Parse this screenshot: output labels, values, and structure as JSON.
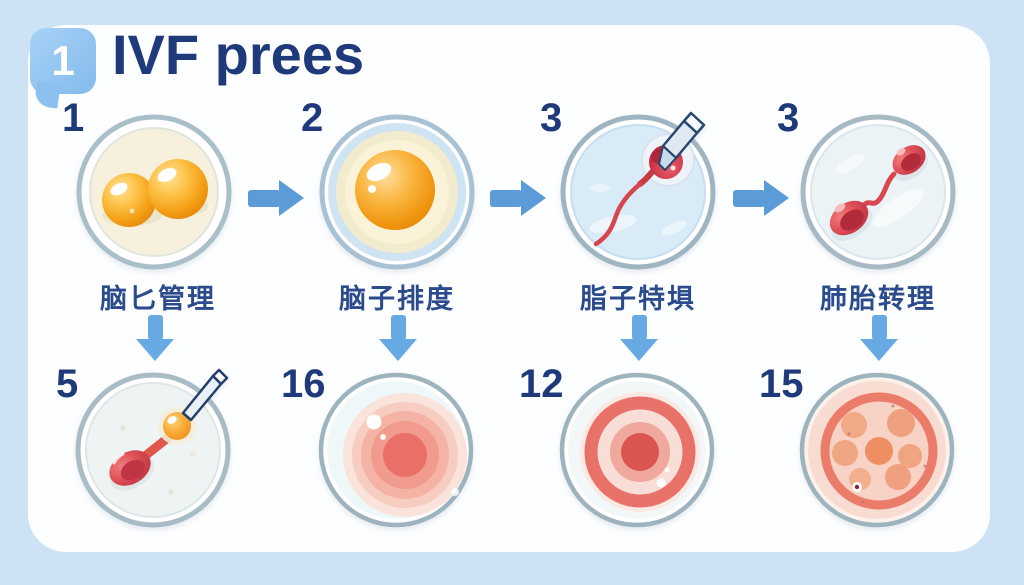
{
  "header": {
    "badge": "1",
    "title": "IVF prees"
  },
  "columns": [
    {
      "top_number": "1",
      "label": "脑匕管理",
      "bottom_number": "5"
    },
    {
      "top_number": "2",
      "label": "脑子排度",
      "bottom_number": "16"
    },
    {
      "top_number": "3",
      "label": "脂子特埧",
      "bottom_number": "12"
    },
    {
      "top_number": "3",
      "label": "肺胎转理",
      "bottom_number": "15"
    }
  ],
  "colors": {
    "background": "#cde3f5",
    "card": "#fdfeff",
    "title": "#1e3a7a",
    "number": "#1e3a7a",
    "label": "#2c4b8d",
    "badge": "#8cc0ee",
    "arrow_right": "#5b9bd8",
    "arrow_down": "#67aae3"
  }
}
